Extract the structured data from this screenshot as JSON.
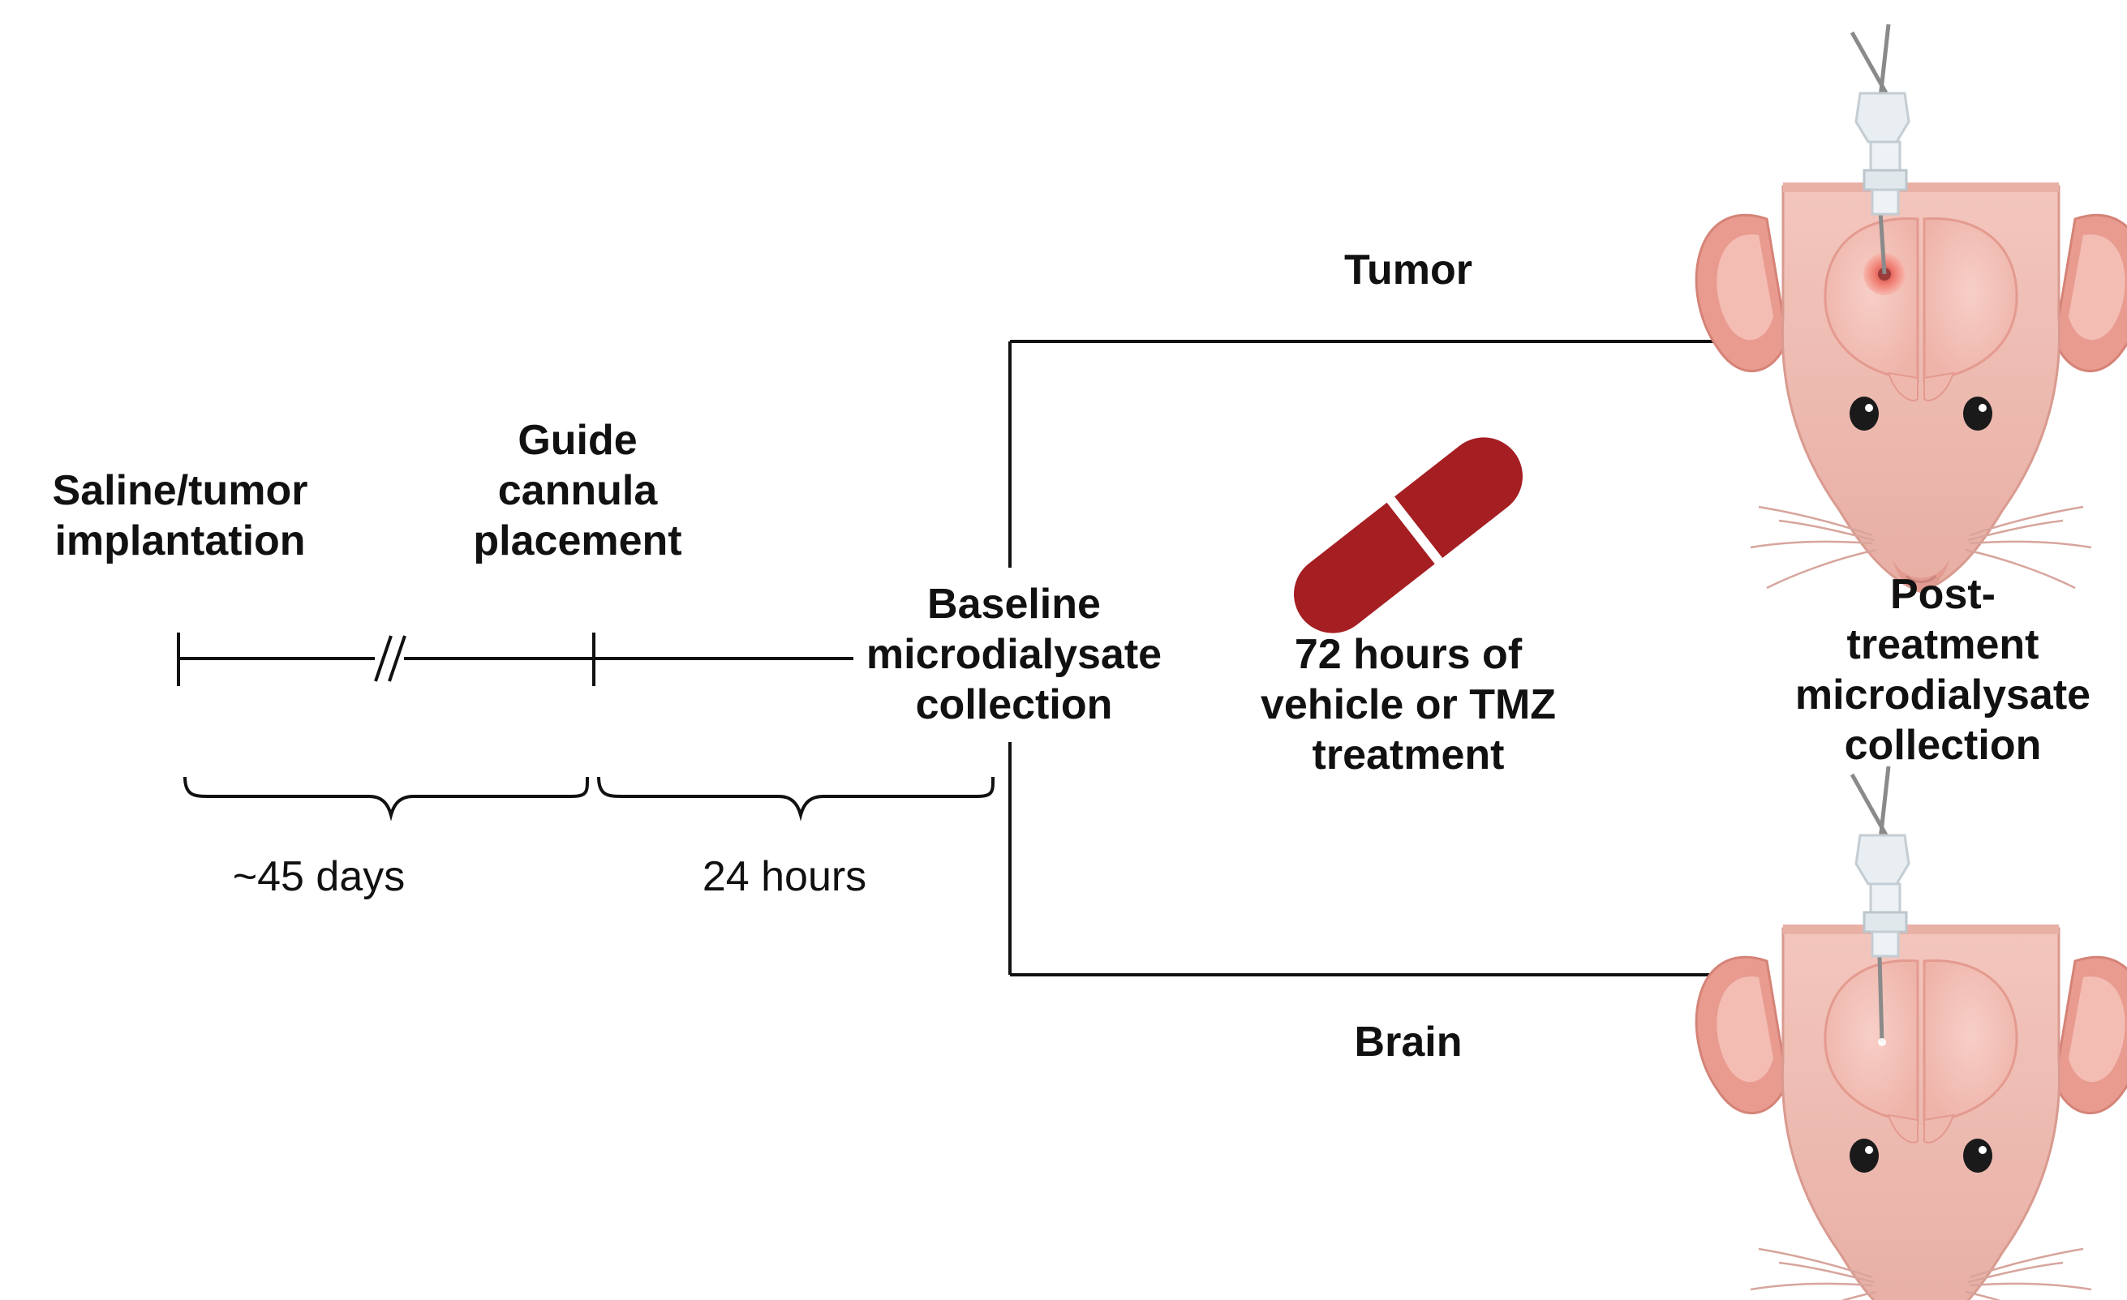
{
  "timeline": {
    "step1": "Saline/tumor\nimplantation",
    "step2": "Guide\ncannula\nplacement",
    "step3": "Baseline\nmicrodialysate\ncollection",
    "interval1": "~45 days",
    "interval2": "24 hours"
  },
  "branches": {
    "top_label": "Tumor",
    "bottom_label": "Brain"
  },
  "treatment": {
    "label": "72 hours of\nvehicle or TMZ\ntreatment",
    "icon": "pill-icon",
    "color": "#a51e22"
  },
  "endpoint": {
    "label": "Post-treatment\nmicrodialysate\ncollection",
    "icon_top": "mouse-head-tumor-probe-icon",
    "icon_bottom": "mouse-head-brain-probe-icon"
  }
}
